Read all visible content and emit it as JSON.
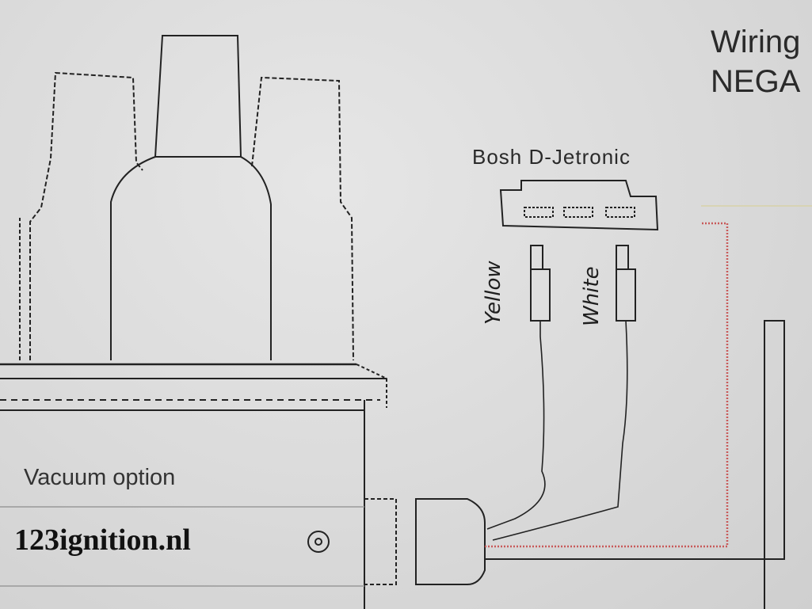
{
  "title": {
    "line1": "Wiring",
    "line2": "NEGA"
  },
  "connector": {
    "label": "Bosh D-Jetronic"
  },
  "wires": [
    {
      "label": "Yellow"
    },
    {
      "label": "White"
    }
  ],
  "vacuum": {
    "label": "Vacuum option"
  },
  "brand": {
    "name": "123ignition.nl"
  },
  "colors": {
    "line": "#222222",
    "power_wire": "#c85a5a",
    "paper": "#dcdcdc"
  }
}
